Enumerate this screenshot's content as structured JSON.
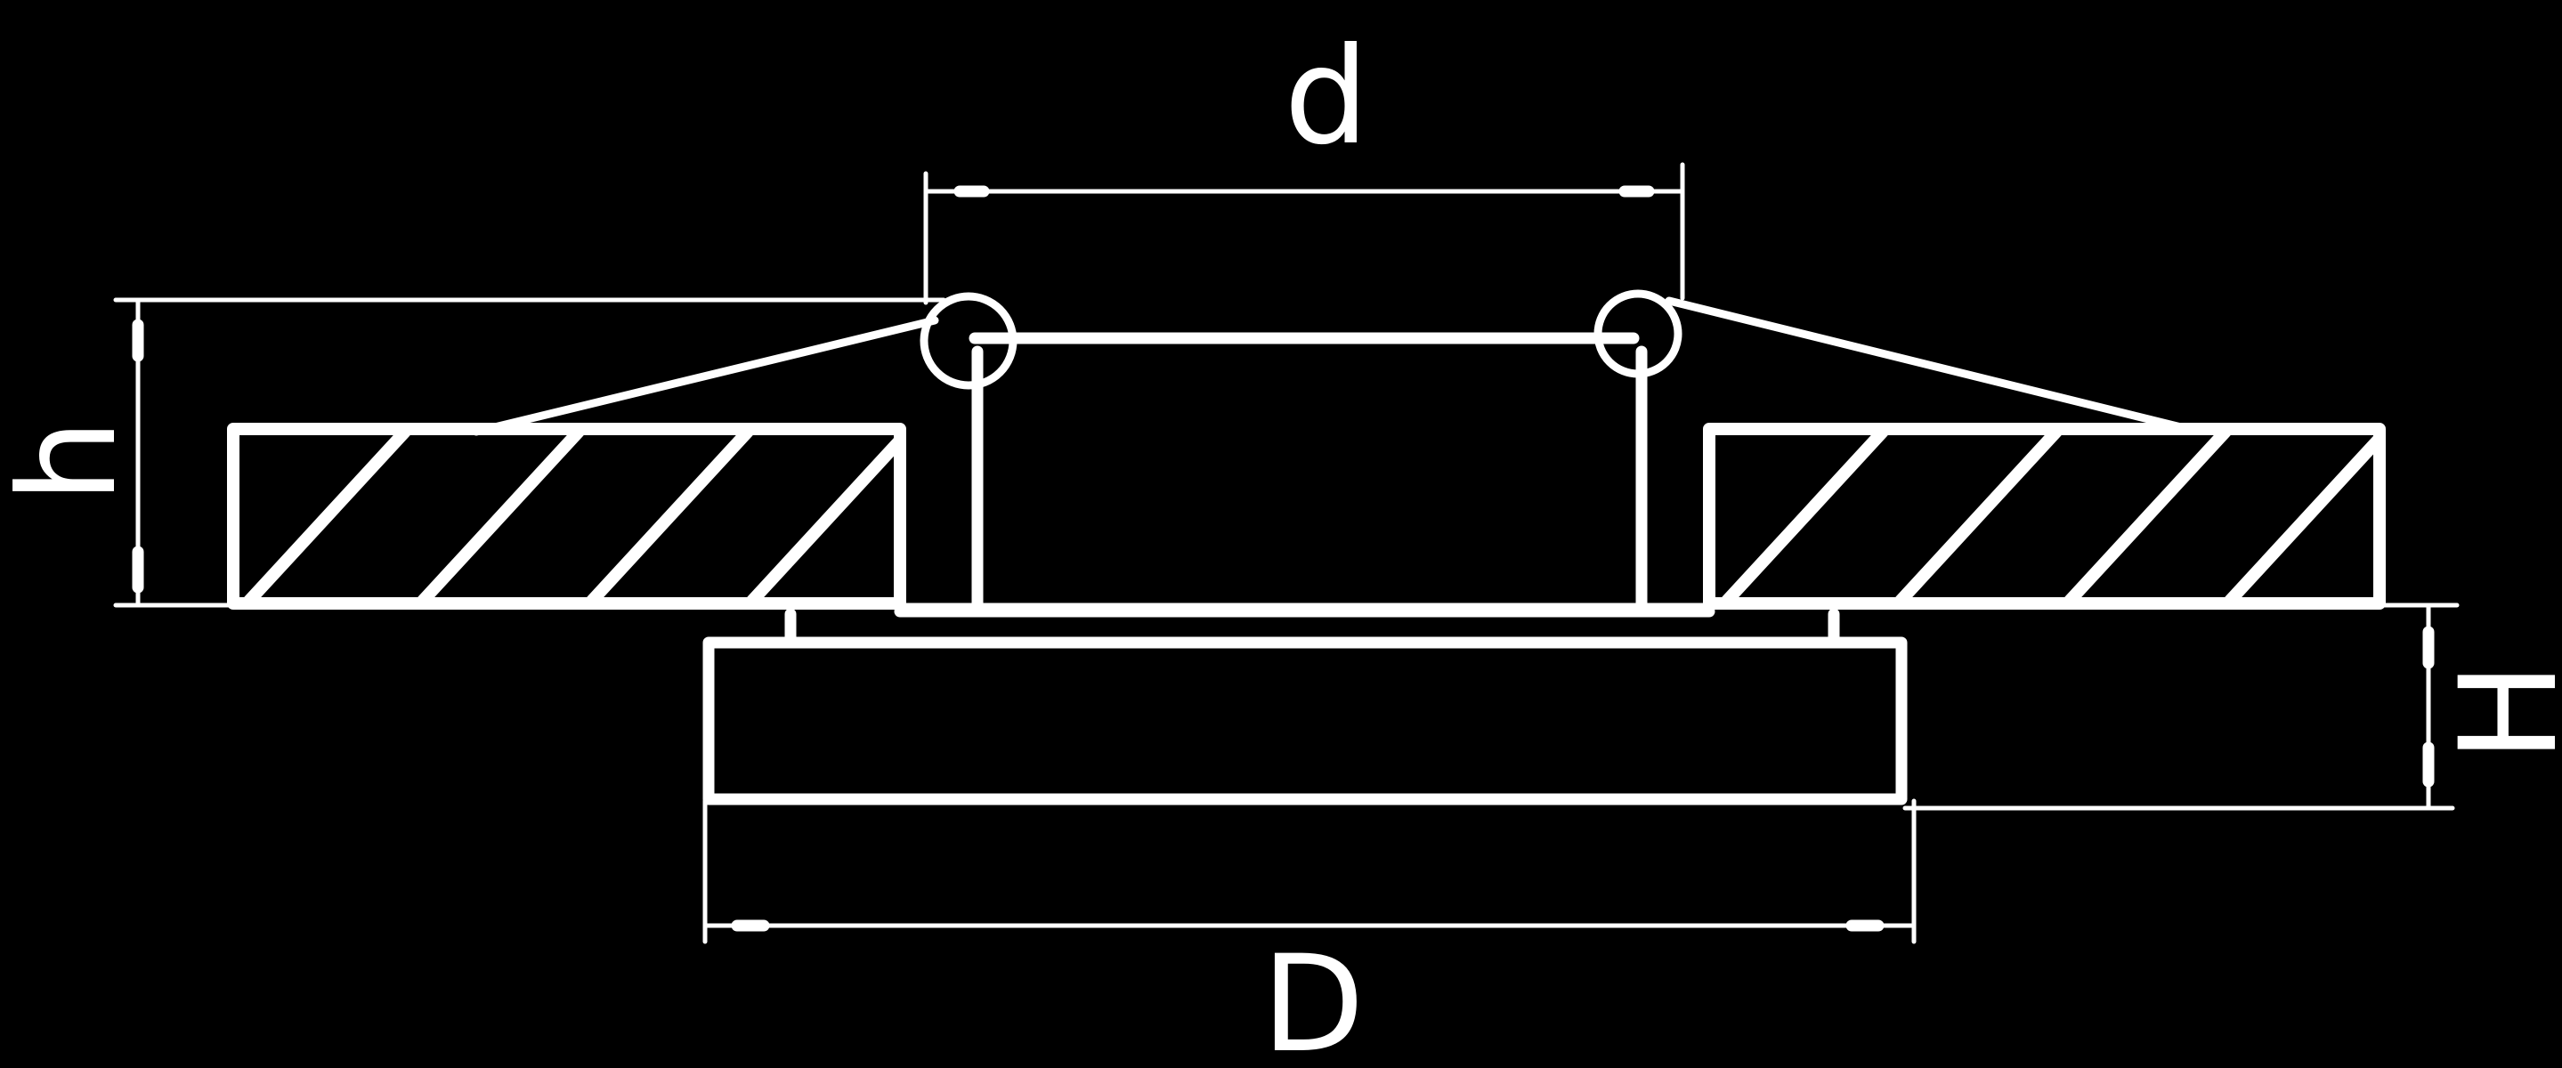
{
  "colors": {
    "background": "#000000",
    "line": "#ffffff"
  },
  "dimensions": {
    "d": "d",
    "D": "D",
    "h": "h",
    "H": "H"
  }
}
